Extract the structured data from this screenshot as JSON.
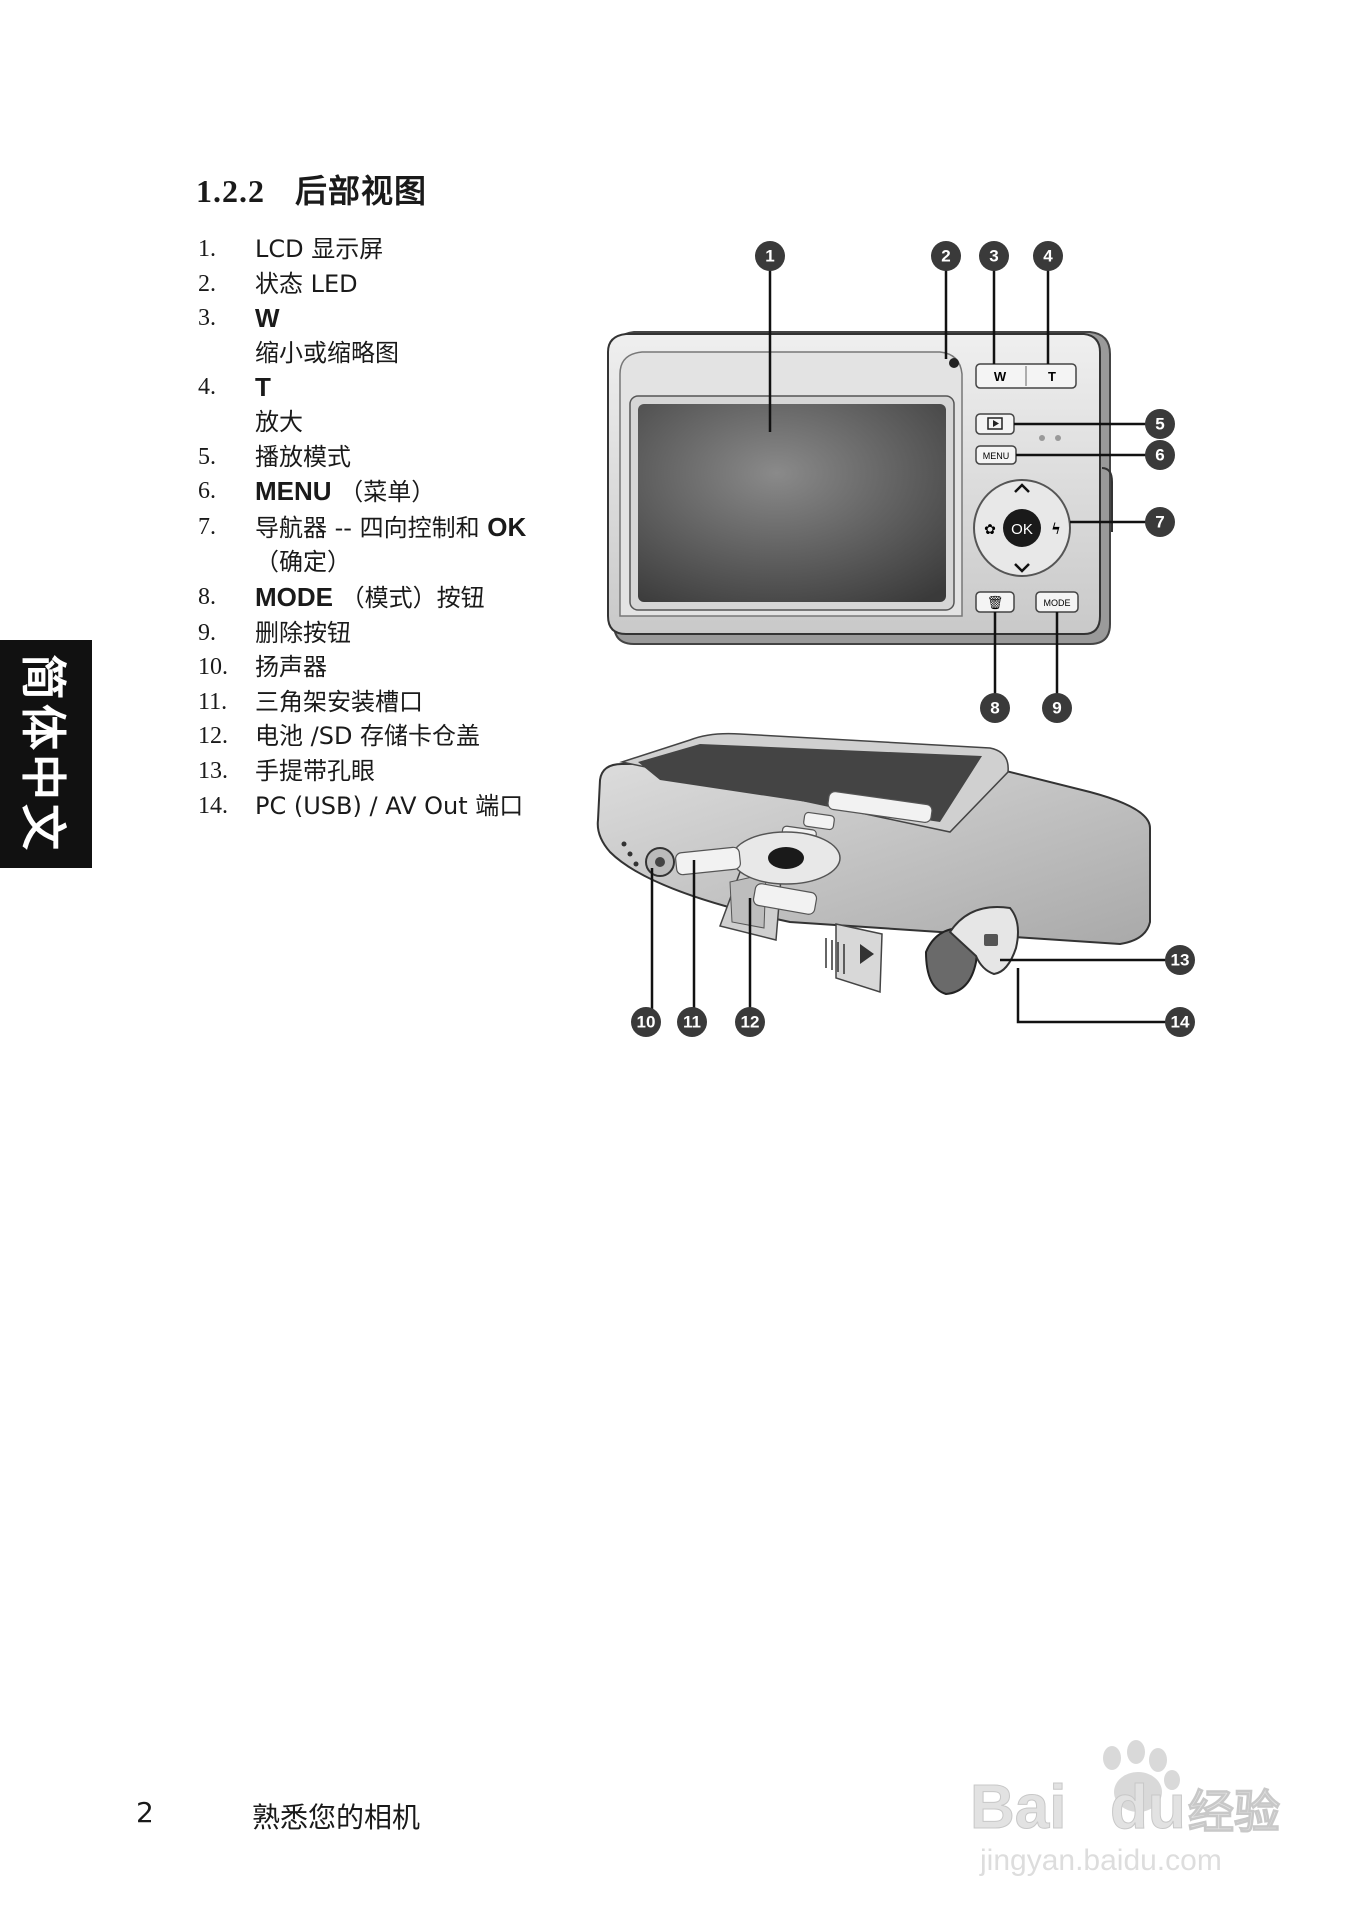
{
  "section": {
    "number": "1.2.2",
    "title": "后部视图"
  },
  "parts": [
    {
      "num": "1.",
      "text": "LCD 显示屏"
    },
    {
      "num": "2.",
      "text": "状态 LED"
    },
    {
      "num": "3.",
      "label": "W",
      "desc": "缩小或缩略图"
    },
    {
      "num": "4.",
      "label": "T",
      "desc": "放大"
    },
    {
      "num": "5.",
      "text": "播放模式"
    },
    {
      "num": "6.",
      "label": "MENU",
      "desc": " （菜单）"
    },
    {
      "num": "7.",
      "text": "导航器 -- 四向控制和 ",
      "label": "OK",
      "desc": "（确定）"
    },
    {
      "num": "8.",
      "label": "MODE",
      "desc": " （模式）按钮"
    },
    {
      "num": "9.",
      "text": "删除按钮"
    },
    {
      "num": "10.",
      "text": "扬声器"
    },
    {
      "num": "11.",
      "text": "三角架安装槽口"
    },
    {
      "num": "12.",
      "text": "电池 /SD 存储卡仓盖"
    },
    {
      "num": "13.",
      "text": "手提带孔眼"
    },
    {
      "num": "14.",
      "text": "PC (USB) / AV Out 端口"
    }
  ],
  "camera_labels": {
    "w": "W",
    "t": "T",
    "menu": "MENU",
    "ok": "OK",
    "mode": "MODE"
  },
  "callouts": [
    "1",
    "2",
    "3",
    "4",
    "5",
    "6",
    "7",
    "8",
    "9",
    "10",
    "11",
    "12",
    "13",
    "14"
  ],
  "side_tab": "简体中文",
  "footer": {
    "page": "2",
    "title": "熟悉您的相机"
  },
  "watermark": {
    "brand": "Bai",
    "brand2": "du",
    "suffix": "经验",
    "url": "jingyan.baidu.com"
  }
}
